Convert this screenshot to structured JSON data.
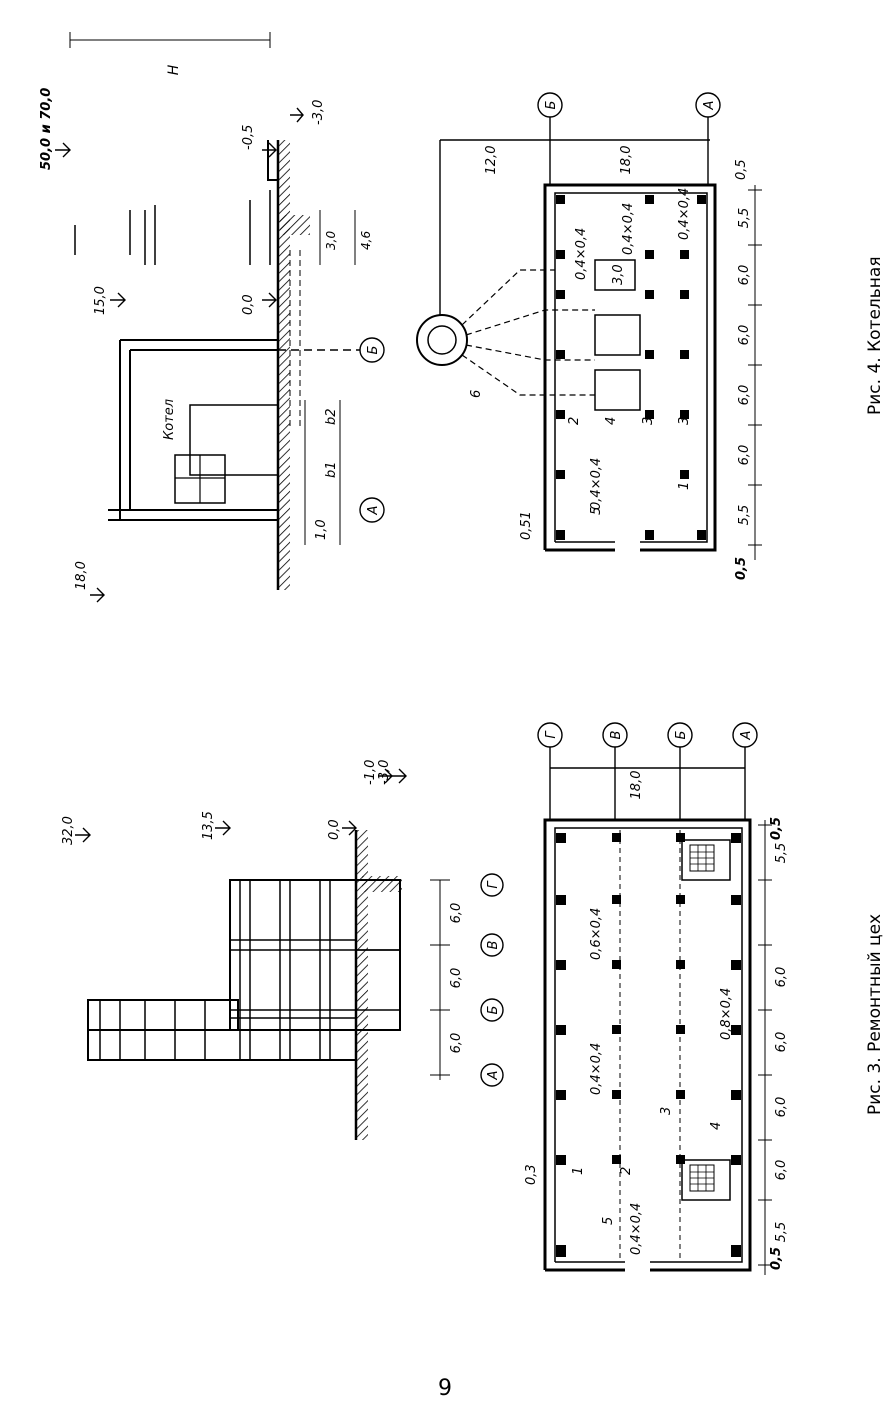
{
  "page_number": "9",
  "fig3": {
    "caption": "Рис. 3. Ремонтный цех",
    "section": {
      "elevations": [
        "32,0",
        "13,5",
        "0,0",
        "-1,0",
        "-3,0"
      ],
      "spans": [
        "6,0",
        "6,0",
        "6,0"
      ],
      "axes": [
        "А",
        "Б",
        "В",
        "Г"
      ]
    },
    "plan": {
      "axes": [
        "Г",
        "В",
        "Б",
        "А"
      ],
      "width": "18,0",
      "steps": [
        "5,5",
        "6,0",
        "6,0",
        "6,0",
        "6,0",
        "5,5"
      ],
      "end_left": "0,5",
      "end_right": "0,5",
      "wall": "0,3",
      "col1": "0,6×0,4",
      "col2": "0,4×0,4",
      "col3": "0,8×0,4",
      "col4": "0,4×0,4",
      "n1": "1",
      "n2": "2",
      "n3": "3",
      "n4": "4",
      "n5": "5"
    }
  },
  "fig4": {
    "caption": "Рис. 4. Котельная",
    "section": {
      "elevations": [
        "50,0 и 70,0",
        "15,0",
        "0,0",
        "-0,5",
        "-3,0",
        "18,0"
      ],
      "H": "H",
      "dims_h": [
        "3,0",
        "4,6"
      ],
      "dims_v": [
        "1,0",
        "b1",
        "b2"
      ],
      "axes": [
        "А",
        "Б"
      ],
      "boiler": "Котел"
    },
    "plan": {
      "axes": [
        "Б",
        "А"
      ],
      "width_a": "12,0",
      "width_b": "18,0",
      "steps": [
        "5,5",
        "6,0",
        "6,0",
        "6,0",
        "6,0",
        "5,5"
      ],
      "end_left": "0,5",
      "end_right": "0,5",
      "wall": "0,51",
      "col1": "0,4×0,4",
      "col2": "0,4×0,4",
      "col3": "0,4×0,4",
      "col4": "0,4×0,4",
      "box": "3,0",
      "n1": "1",
      "n2": "2",
      "n3": "3",
      "n3b": "3",
      "n4": "4",
      "n5": "5",
      "n6": "6"
    }
  }
}
